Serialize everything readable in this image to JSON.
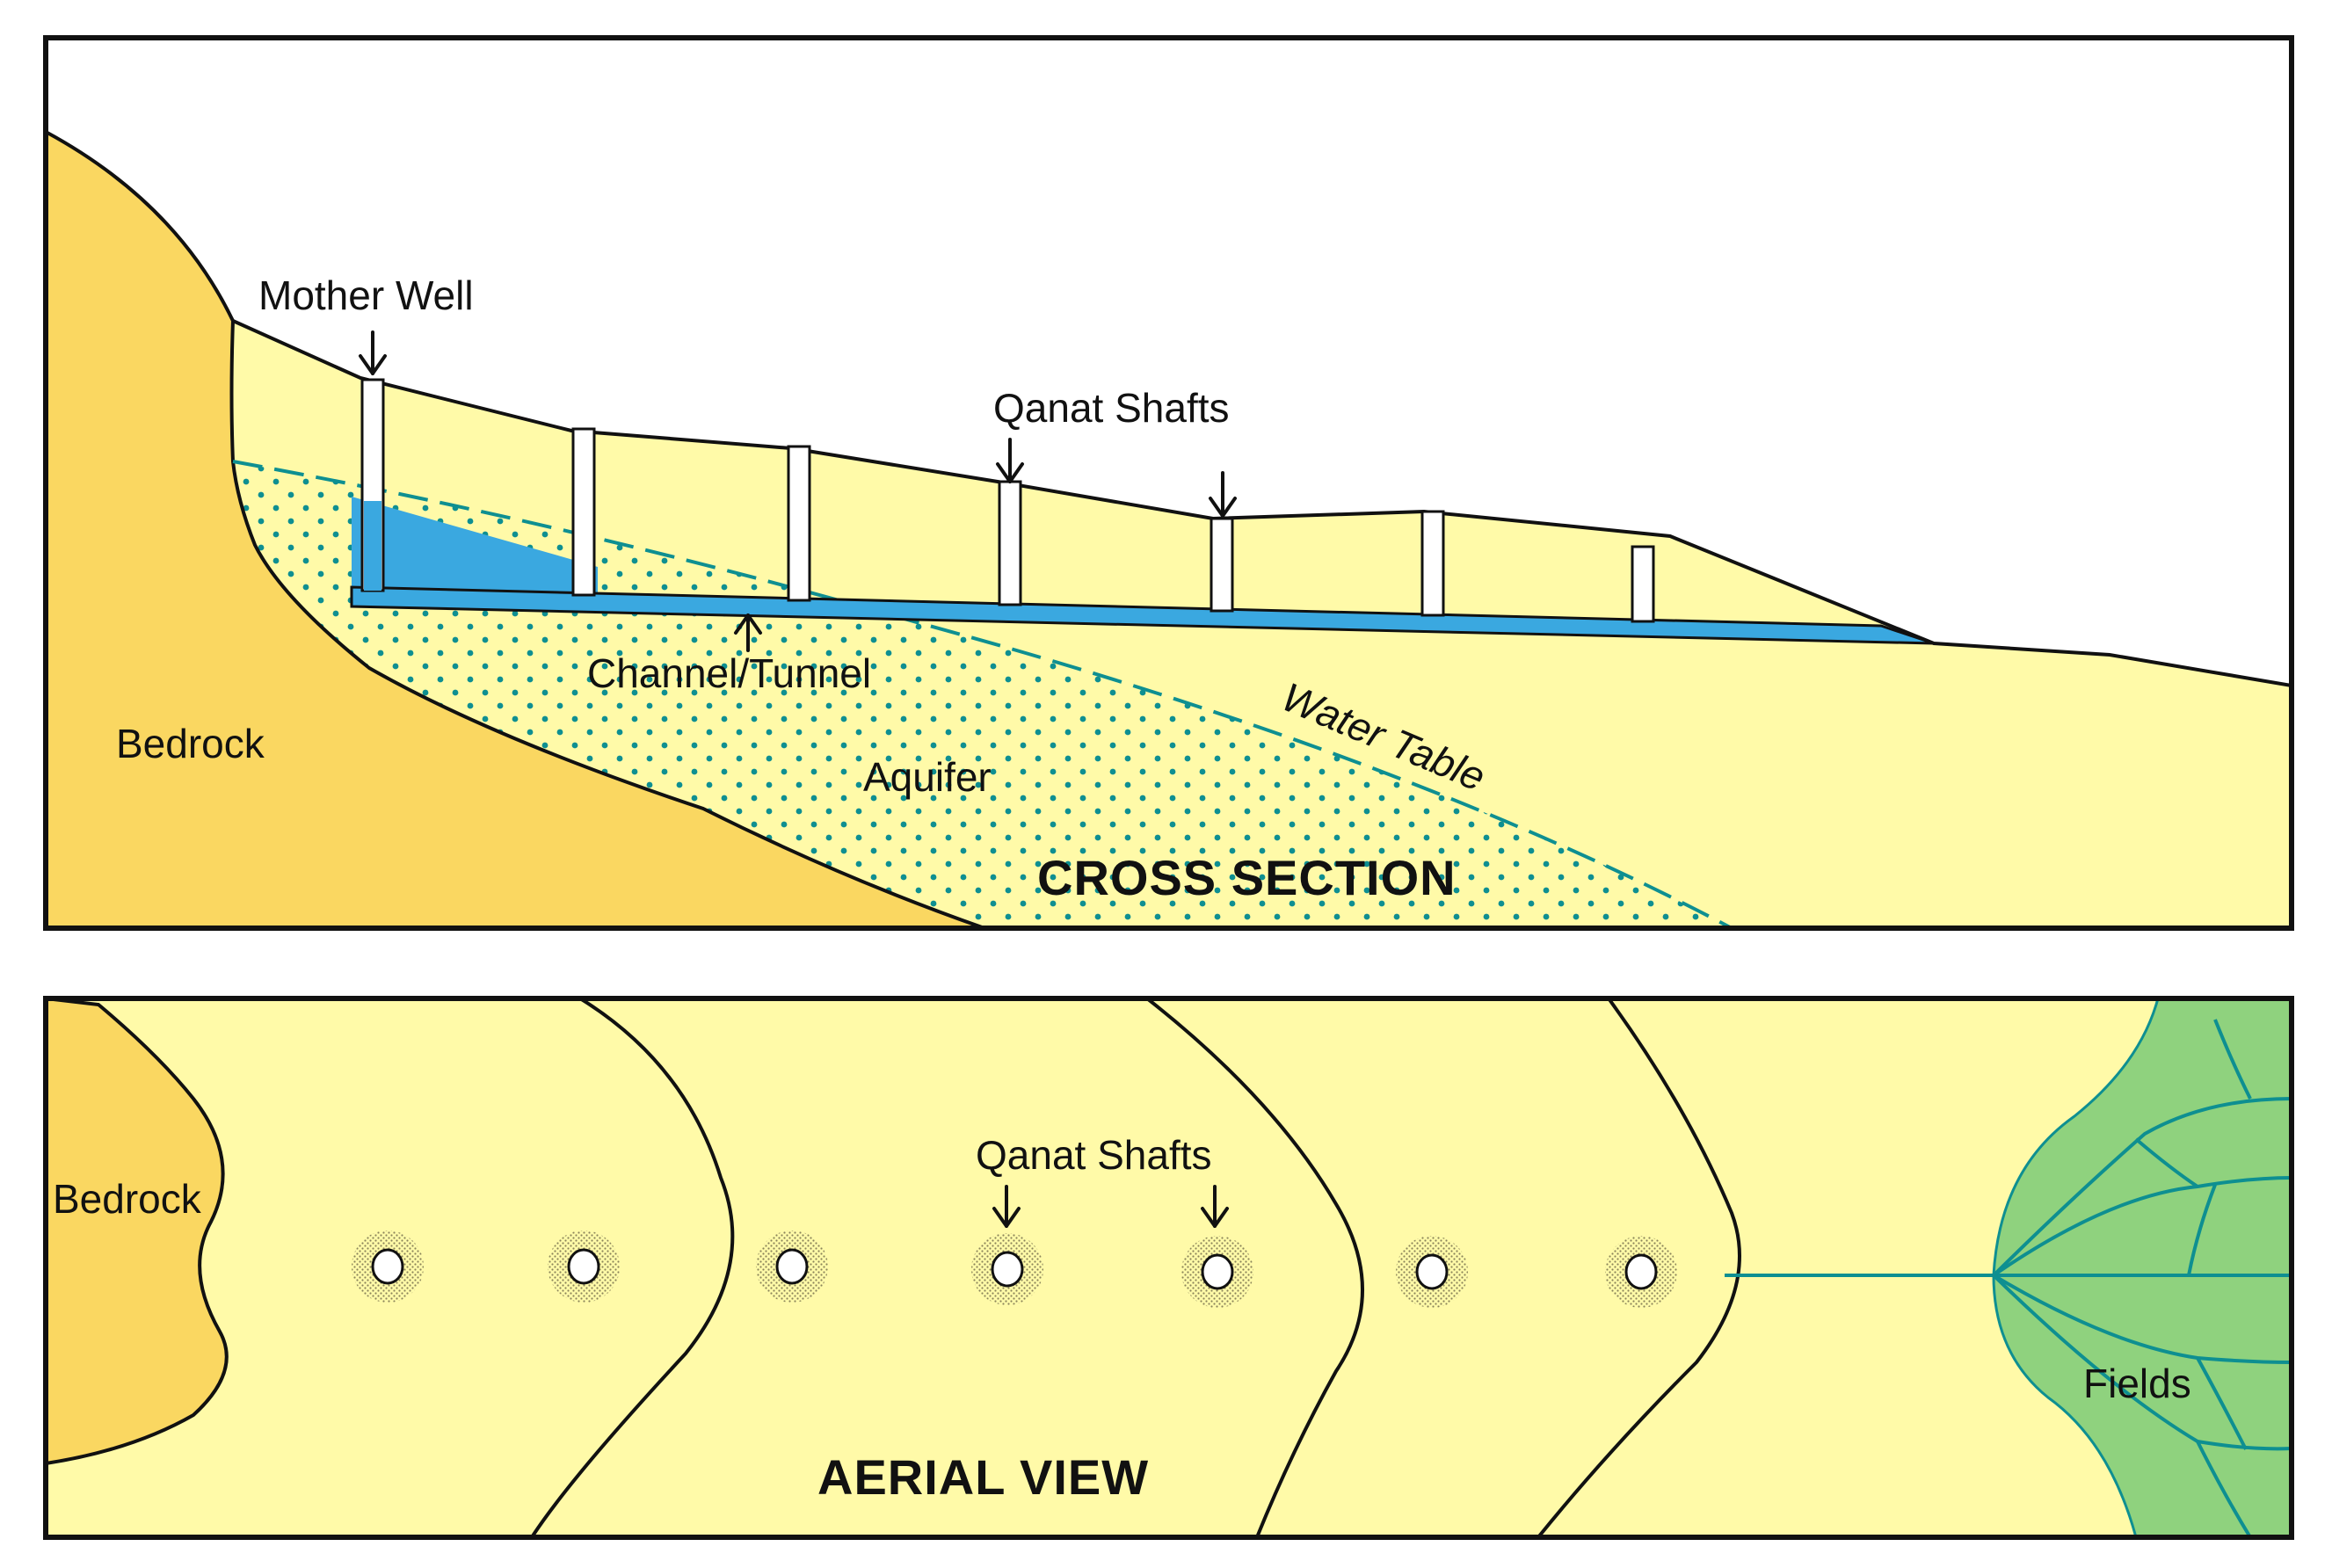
{
  "colors": {
    "sand": "#FFFAA8",
    "bedrock": "#FAD761",
    "water": "#3AA8E0",
    "teal": "#0E8F91",
    "fields": "#8FD27E",
    "outline": "#111111",
    "well_stipple": "#9A9468"
  },
  "cross_section": {
    "title": "CROSS SECTION",
    "labels": {
      "mother_well": "Mother Well",
      "qanat_shafts": "Qanat Shafts",
      "channel_tunnel": "Channel/Tunnel",
      "bedrock": "Bedrock",
      "aquifer": "Aquifer",
      "water_table": "Water Table"
    },
    "icons": [
      "arrow-down-icon",
      "arrow-up-icon"
    ]
  },
  "aerial_view": {
    "title": "AERIAL VIEW",
    "labels": {
      "bedrock": "Bedrock",
      "qanat_shafts": "Qanat Shafts",
      "fields": "Fields"
    },
    "shaft_count": 7,
    "icons": [
      "arrow-down-icon",
      "shaft-opening-icon"
    ]
  }
}
